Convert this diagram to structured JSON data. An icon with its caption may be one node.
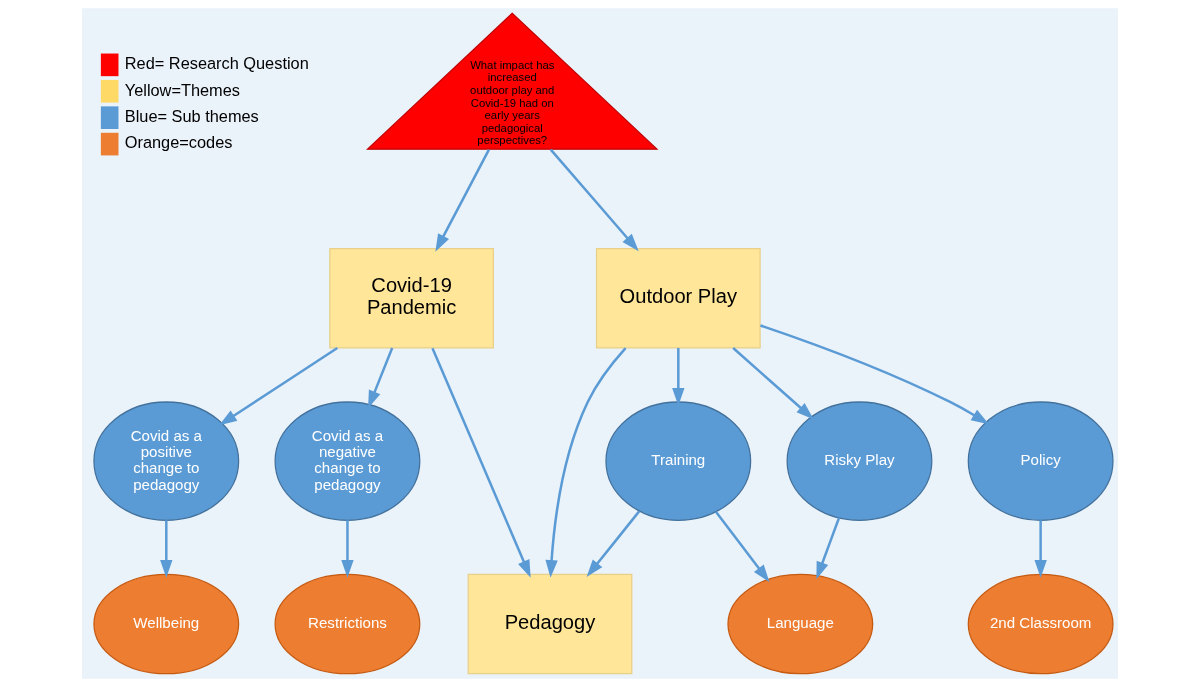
{
  "diagram": {
    "nodes": [
      {
        "text": [
          "What impact has increased outdoor play and Covid-19 had on early years pedagogical perspectives?"
        ]
      },
      {
        "text": [
          "Covid-19 Pandemic"
        ]
      },
      {
        "text": [
          "Outdoor Play"
        ]
      },
      {
        "text": [
          "Covid as a positive change to pedagogy"
        ]
      },
      {
        "text": [
          "Covid as a negative change to pedagogy"
        ]
      },
      {
        "text": [
          "Pedagogy"
        ]
      },
      {
        "text": [
          "Training"
        ]
      },
      {
        "text": [
          "Risky Play"
        ]
      },
      {
        "text": [
          "Policy"
        ]
      },
      {
        "text": [
          "Wellbeing"
        ]
      },
      {
        "text": [
          "Restrictions"
        ]
      },
      {
        "text": [
          "Language"
        ]
      },
      {
        "text": [
          "2nd Classroom"
        ]
      }
    ],
    "edges": [
      {
        "from": 0,
        "to": 1,
        "arrow": "to"
      },
      {
        "from": 0,
        "to": 2,
        "arrow": "to"
      },
      {
        "from": 1,
        "to": 3,
        "arrow": "to"
      },
      {
        "from": 1,
        "to": 4,
        "arrow": "to"
      },
      {
        "from": 1,
        "to": 5,
        "arrow": "to"
      },
      {
        "from": 2,
        "to": 5,
        "arrow": "to"
      },
      {
        "from": 2,
        "to": 6,
        "arrow": "to"
      },
      {
        "from": 2,
        "to": 7,
        "arrow": "to"
      },
      {
        "from": 2,
        "to": 8,
        "arrow": "to"
      },
      {
        "from": 6,
        "to": 5,
        "arrow": "to"
      },
      {
        "from": 3,
        "to": 9,
        "arrow": "to"
      },
      {
        "from": 4,
        "to": 10,
        "arrow": "to"
      },
      {
        "from": 6,
        "to": 11,
        "arrow": "to"
      },
      {
        "from": 7,
        "to": 11,
        "arrow": "to"
      },
      {
        "from": 8,
        "to": 12,
        "arrow": "to"
      }
    ],
    "legend": [
      {
        "text": "Red= Research Question",
        "color": "#ff0000"
      },
      {
        "text": "Yellow=Themes",
        "color": "#ffd966"
      },
      {
        "text": "Blue= Sub themes",
        "color": "#5b9bd5"
      },
      {
        "text": "Orange=codes",
        "color": "#ed7d31"
      }
    ]
  }
}
